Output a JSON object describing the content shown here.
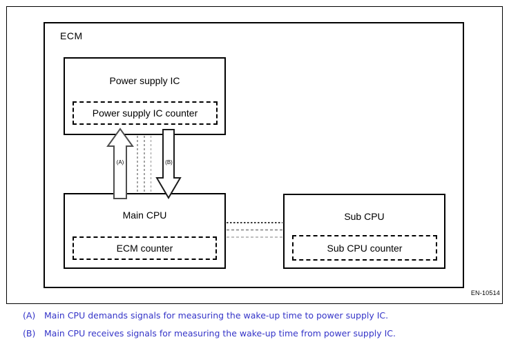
{
  "figure": {
    "ecm_label": "ECM",
    "power_supply_box": {
      "title": "Power supply IC",
      "counter_label": "Power supply IC counter"
    },
    "main_cpu_box": {
      "title": "Main CPU",
      "counter_label": "ECM counter"
    },
    "sub_cpu_box": {
      "title": "Sub CPU",
      "counter_label": "Sub CPU counter"
    },
    "arrow_a_label": "(A)",
    "arrow_b_label": "(B)",
    "figure_id": "EN-10514"
  },
  "caption": {
    "text_color": "#3434c8",
    "items": [
      {
        "label": "(A)",
        "text": "Main CPU demands signals for measuring the wake-up time to power supply IC."
      },
      {
        "label": "(B)",
        "text": "Main CPU receives signals for measuring the wake-up time from power supply IC."
      }
    ]
  },
  "colors": {
    "border": "#000000",
    "connector_dark": "#1a1a1a",
    "connector_mid": "#8c8c8c",
    "connector_light": "#b5b5b5"
  }
}
